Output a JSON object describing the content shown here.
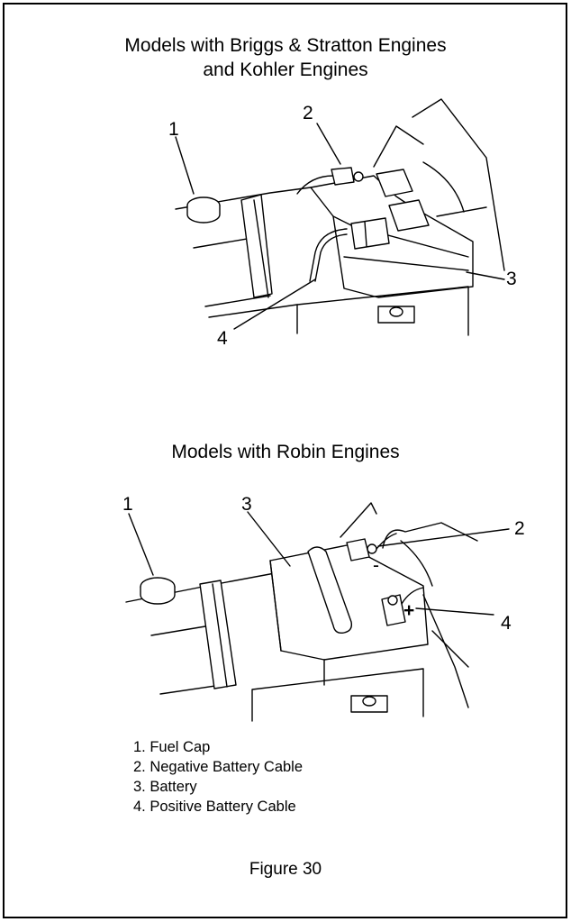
{
  "top_view": {
    "title_line1": "Models with Briggs & Stratton Engines",
    "title_line2": "and Kohler Engines",
    "callouts": [
      "1",
      "2",
      "3",
      "4"
    ]
  },
  "bottom_view": {
    "title": "Models with Robin Engines",
    "callouts": [
      "1",
      "3",
      "2",
      "4"
    ],
    "terminal_symbols": [
      "-",
      "+"
    ]
  },
  "legend": [
    "1.  Fuel Cap",
    "2.  Negative Battery Cable",
    "3.  Battery",
    "4.  Positive Battery Cable"
  ],
  "caption": "Figure 30"
}
